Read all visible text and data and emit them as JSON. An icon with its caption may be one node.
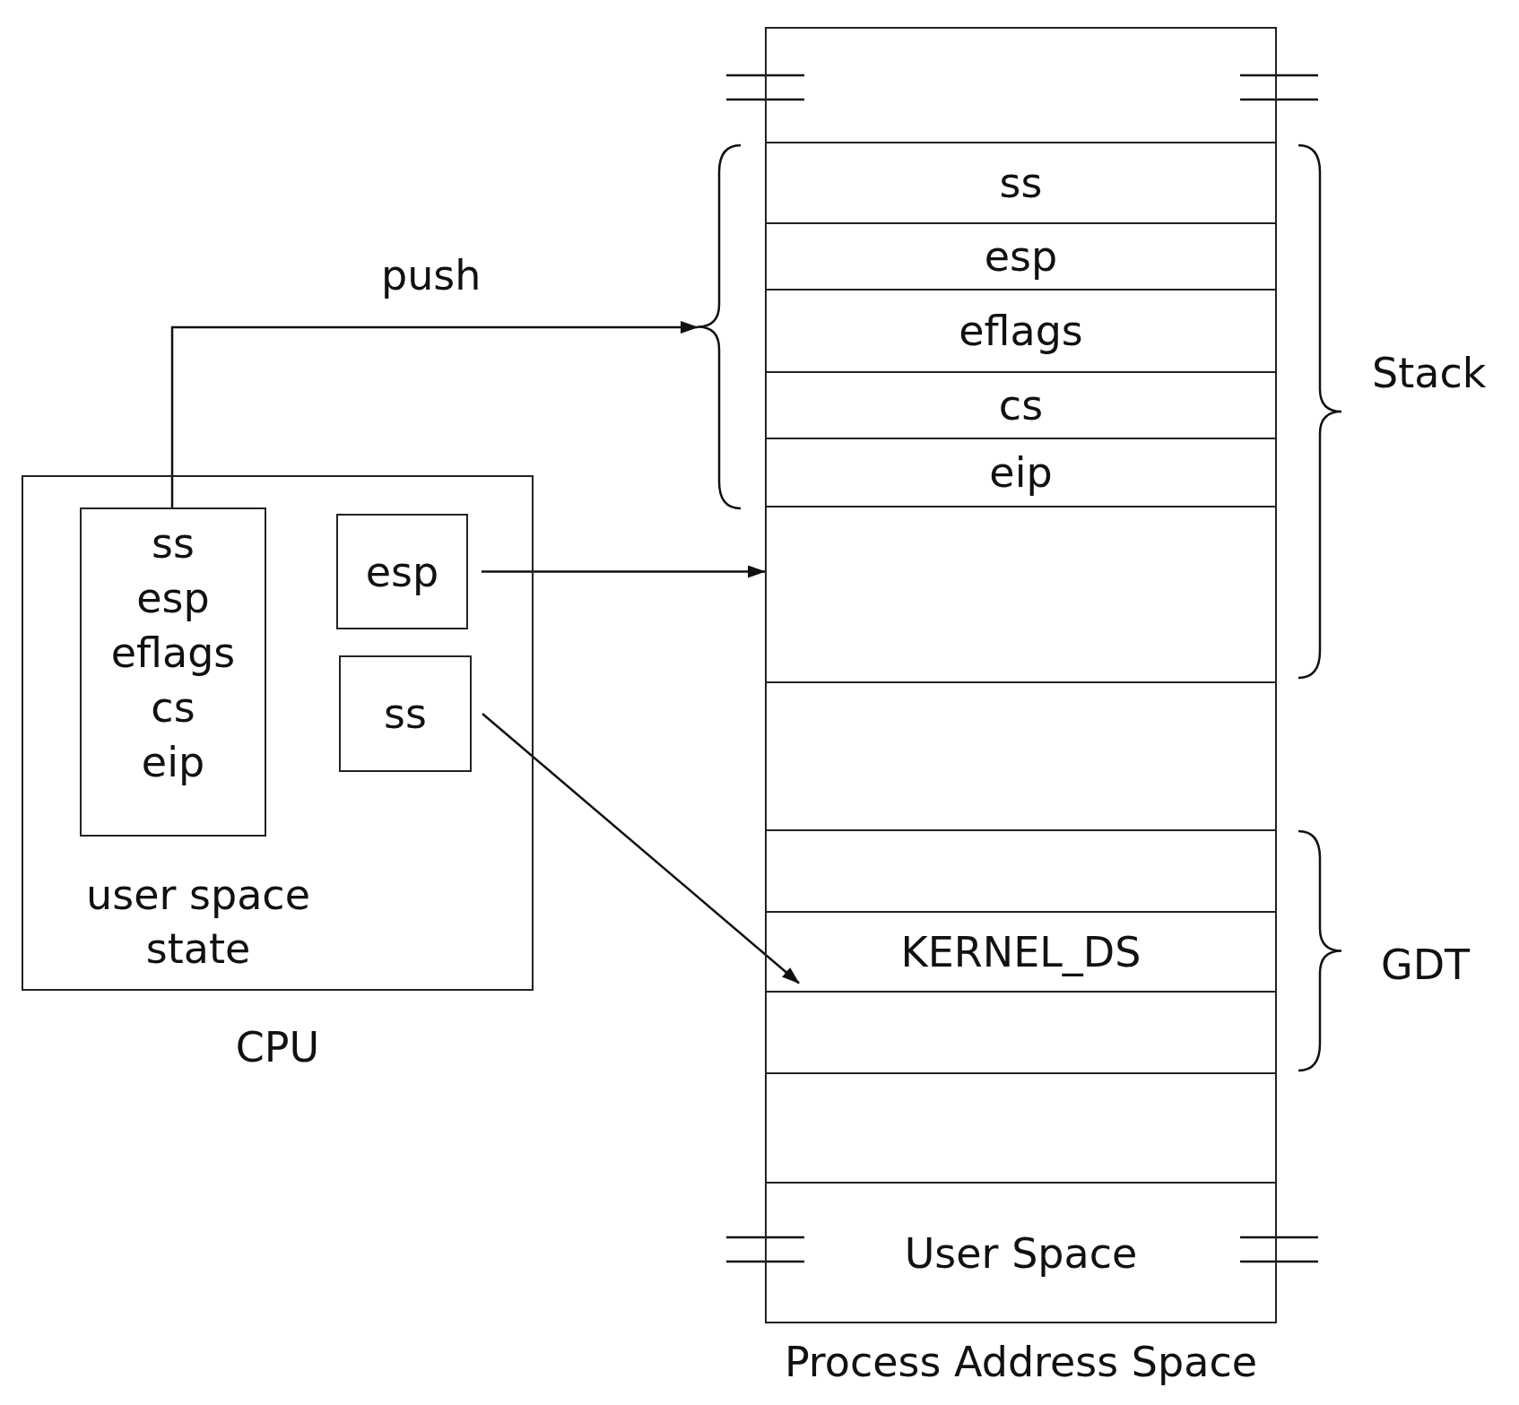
{
  "diagram": {
    "nodes": [
      {
        "text": [
          "CPU"
        ]
      },
      {
        "text": [
          "ss esp eflags cs eip"
        ],
        "in": 0,
        "beside": [
          "user space state"
        ]
      },
      {
        "text": [
          "esp"
        ],
        "in": 0
      },
      {
        "text": [
          "ss"
        ],
        "in": 0
      },
      {
        "text": [
          "Process Address Space"
        ]
      },
      {
        "text": [],
        "shape": "box",
        "in": 4
      },
      {
        "text": [
          "ss"
        ],
        "in": 4
      },
      {
        "text": [
          "esp"
        ],
        "in": 4
      },
      {
        "text": [
          "eflags"
        ],
        "in": 4
      },
      {
        "text": [
          "cs"
        ],
        "in": 4
      },
      {
        "text": [
          "eip"
        ],
        "in": 4
      },
      {
        "text": [],
        "shape": "box",
        "in": 4
      },
      {
        "text": [],
        "shape": "box",
        "in": 4
      },
      {
        "text": [],
        "shape": "box",
        "in": 4
      },
      {
        "text": [
          "KERNEL_DS"
        ],
        "in": 4
      },
      {
        "text": [],
        "shape": "box",
        "in": 4
      },
      {
        "text": [],
        "shape": "box",
        "in": 4
      },
      {
        "text": [
          "User Space"
        ],
        "in": 4
      },
      {
        "text": [],
        "shape": "brace"
      }
    ],
    "edges": [
      {
        "from": 1,
        "to": 18,
        "arrow": "to",
        "label": "push"
      },
      {
        "from": 2,
        "to": 11,
        "arrow": "to"
      },
      {
        "from": 3,
        "to": 14,
        "arrow": "to"
      }
    ],
    "labels": [
      "Stack",
      "GDT"
    ]
  }
}
